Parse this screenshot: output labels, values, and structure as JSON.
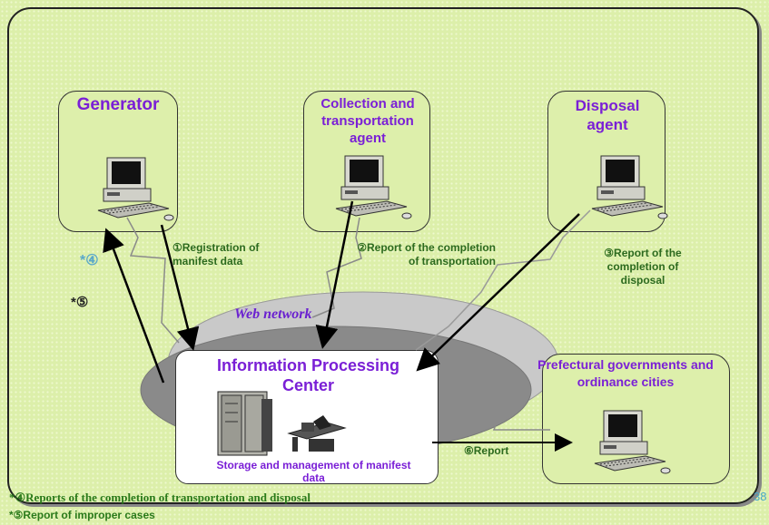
{
  "nodes": {
    "generator": "Generator",
    "collection": "Collection and transportation agent",
    "disposal": "Disposal agent",
    "center": "Information Processing Center",
    "center_caption": "Storage and management of manifest data",
    "prefectural": "Prefectural governments and ordinance cities"
  },
  "network_label": "Web network",
  "steps": {
    "s1": "①Registration of manifest data",
    "s2": "②Report of the completion of transportation",
    "s3": "③Report of the completion of disposal",
    "s4": "*④",
    "s5": "*⑤",
    "s6": "⑥Report"
  },
  "footnotes": {
    "n4": "*④Reports of the completion of transportation and disposal",
    "n5": "*⑤Report of improper cases"
  },
  "page_number": "38",
  "colors": {
    "background": "#dcefaa",
    "box_fill": "#ffffff",
    "title_text": "#7a1fd6",
    "step_text": "#2c6a1e",
    "accent_teal": "#5aa8c8",
    "network_gray": "#8a8a8a"
  },
  "icons": [
    "computer-icon",
    "server-rack-icon",
    "workstation-desk-icon"
  ]
}
